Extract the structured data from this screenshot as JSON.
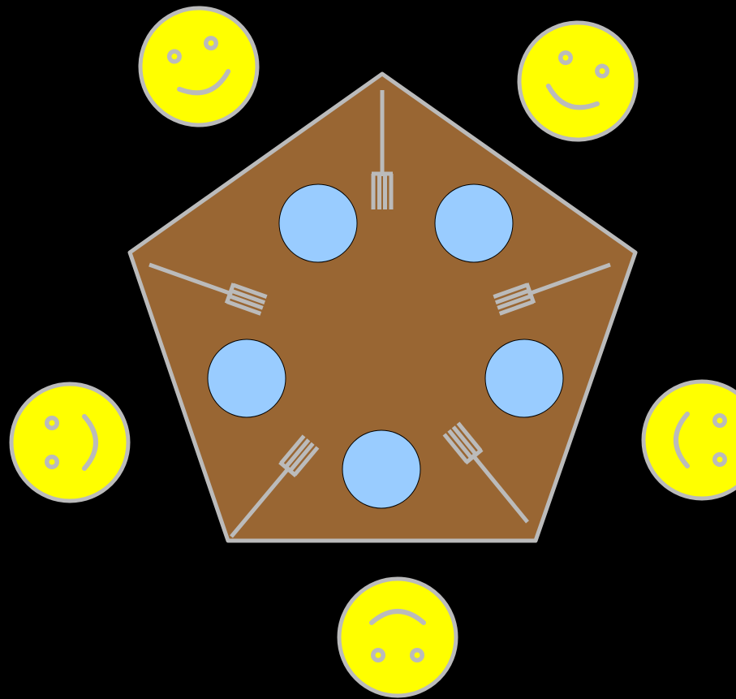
{
  "colors": {
    "background": "#000000",
    "table_fill": "#996633",
    "table_stroke": "#BBBBBB",
    "plate_fill": "#99CCFF",
    "plate_stroke": "#000000",
    "fork_color": "#BBBBBB",
    "face_fill": "#FFFF00",
    "face_stroke": "#BBBBBB",
    "feature_color": "#BBBBBB"
  },
  "diagram": {
    "subject": "dining-philosophers",
    "philosopher_count": 5,
    "plate_count": 5,
    "fork_count": 5,
    "philosophers": [
      {
        "id": "philosopher-1",
        "icon": "smiley-face-icon"
      },
      {
        "id": "philosopher-2",
        "icon": "smiley-face-icon"
      },
      {
        "id": "philosopher-3",
        "icon": "smiley-face-icon"
      },
      {
        "id": "philosopher-4",
        "icon": "smiley-face-icon"
      },
      {
        "id": "philosopher-5",
        "icon": "smiley-face-icon"
      }
    ],
    "forks": [
      {
        "id": "fork-1",
        "icon": "fork-icon"
      },
      {
        "id": "fork-2",
        "icon": "fork-icon"
      },
      {
        "id": "fork-3",
        "icon": "fork-icon"
      },
      {
        "id": "fork-4",
        "icon": "fork-icon"
      },
      {
        "id": "fork-5",
        "icon": "fork-icon"
      }
    ]
  }
}
